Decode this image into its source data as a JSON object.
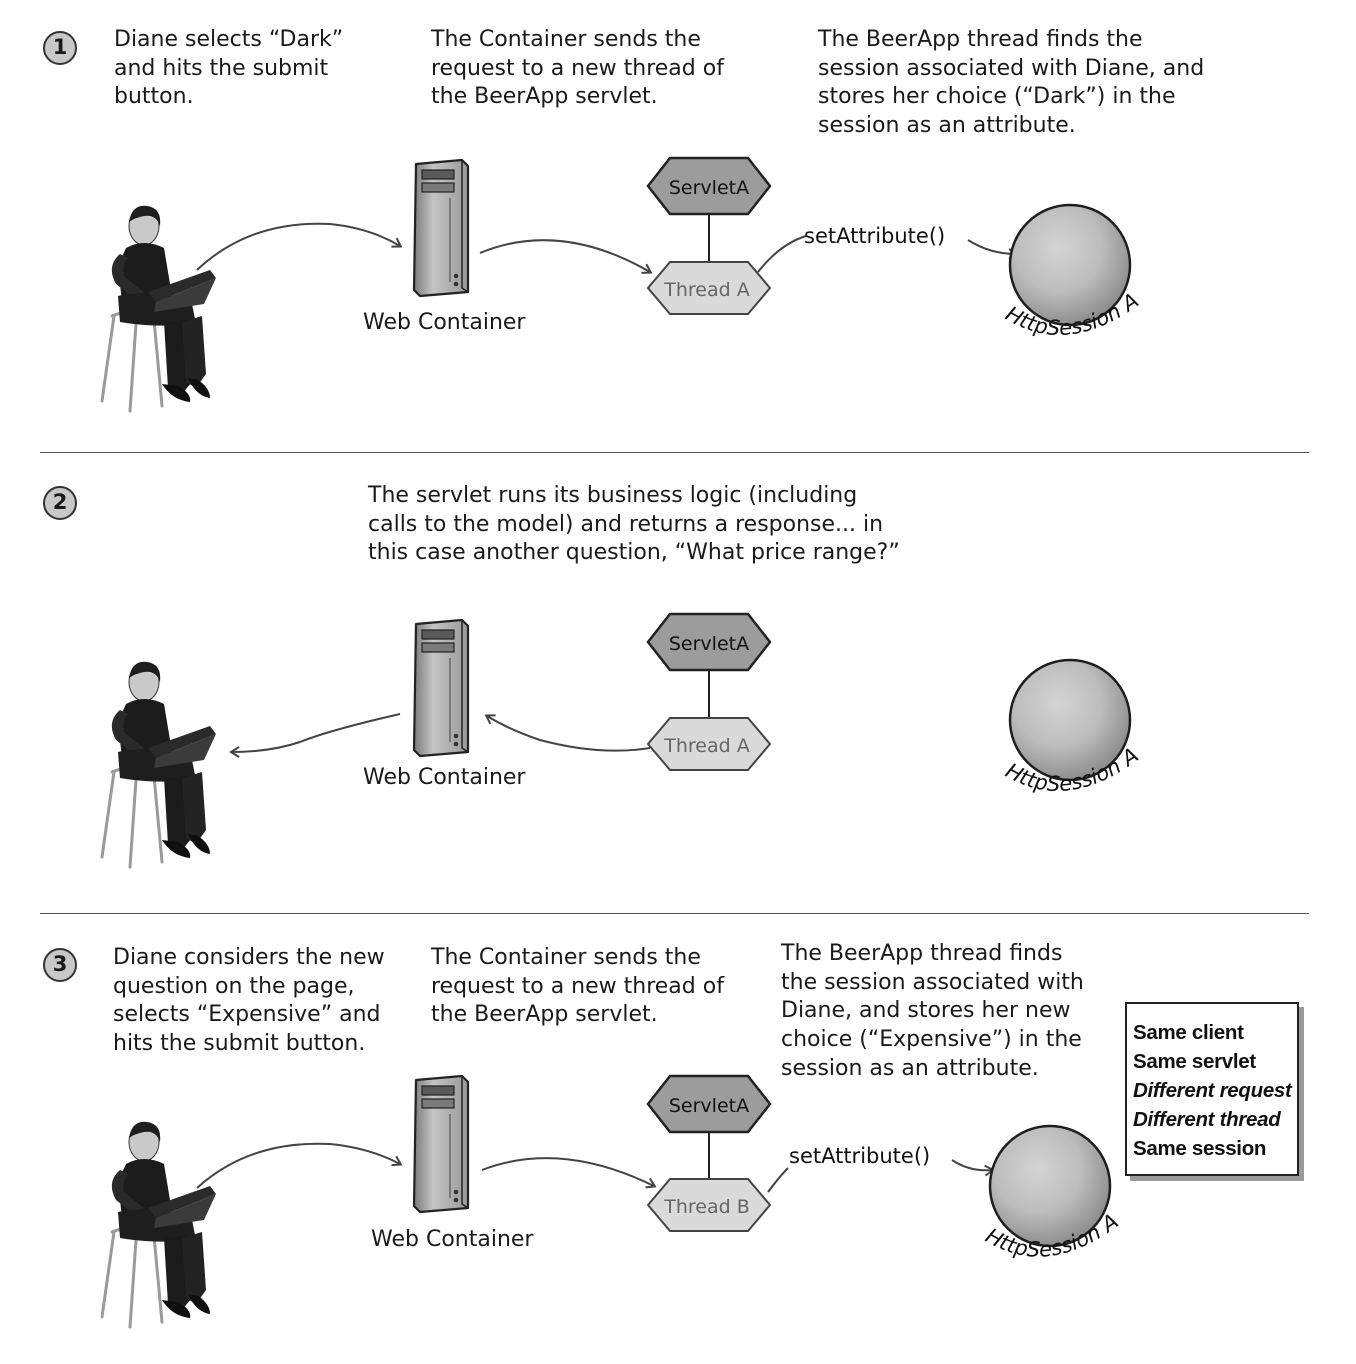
{
  "steps": [
    {
      "number": "1",
      "texts": [
        "Diane selects “Dark”\nand hits the submit\nbutton.",
        "The Container sends the\nrequest to a new thread of\nthe BeerApp servlet.",
        "The BeerApp thread finds the\nsession associated with Diane, and\nstores her choice (“Dark”) in the\nsession as an attribute."
      ],
      "web_container": "Web Container",
      "servlet": "ServletA",
      "thread": "Thread A",
      "method": "setAttribute()",
      "session": "HttpSession A"
    },
    {
      "number": "2",
      "texts": [
        "The servlet runs its business logic (including\ncalls to the model) and returns a response... in\nthis case another question, “What price range?”"
      ],
      "web_container": "Web Container",
      "servlet": "ServletA",
      "thread": "Thread A",
      "session": "HttpSession A"
    },
    {
      "number": "3",
      "texts": [
        "Diane considers the new\nquestion on the page,\nselects “Expensive” and\nhits the submit button.",
        "The Container sends the\nrequest to a new thread of\nthe BeerApp servlet.",
        "The BeerApp thread finds\nthe session associated with\nDiane, and stores her new\nchoice (“Expensive”) in the\nsession as an attribute."
      ],
      "web_container": "Web Container",
      "servlet": "ServletA",
      "thread": "Thread B",
      "method": "setAttribute()",
      "session": "HttpSession A",
      "summary": [
        "Same client",
        "Same servlet",
        "Different request",
        "Different thread",
        "Same session"
      ]
    }
  ]
}
